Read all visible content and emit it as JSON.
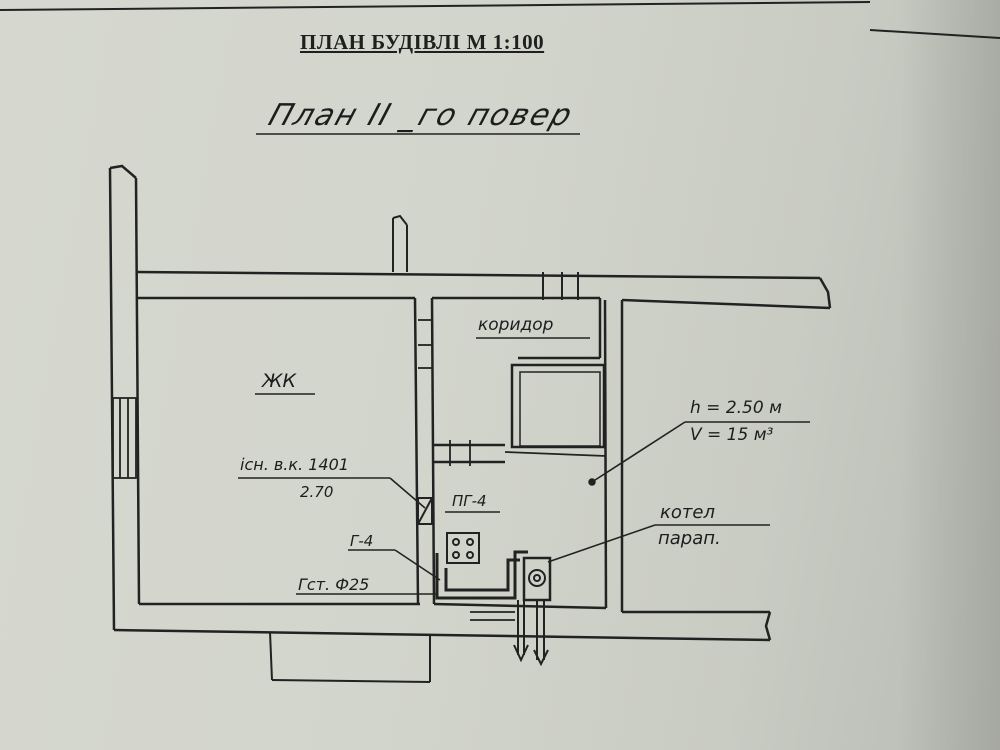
{
  "document": {
    "title": "ПЛАН БУДІВЛІ  М 1:100",
    "floor_title": "План  II _го повер"
  },
  "rooms": {
    "living": "ЖК",
    "corridor": "коридор",
    "utility": "ПГ-4"
  },
  "annotations": {
    "existing_line_1": "існ. в.к. 1401",
    "existing_line_2": "2.70",
    "gas_meter": "Г-4",
    "gas_pipe": "Гст. Ф25",
    "height": "h = 2.50 м",
    "volume": "V = 15 м³",
    "boiler_line_1": "котел",
    "boiler_line_2": "парап."
  },
  "colors": {
    "paper": "#d4d7ce",
    "ink": "#1d1d1d"
  }
}
